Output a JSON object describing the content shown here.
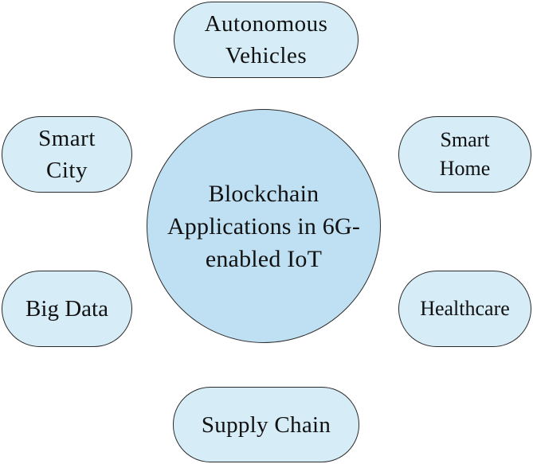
{
  "colors": {
    "center_fill": "#bfe0f2",
    "node_fill": "#d6ecf7",
    "border": "#2b2b2b",
    "text": "#111111"
  },
  "center": {
    "lines": [
      "Blockchain",
      "Applications in 6G-",
      "enabled IoT"
    ]
  },
  "nodes": {
    "autonomous_vehicles": {
      "lines": [
        "Autonomous",
        "Vehicles"
      ]
    },
    "smart_city": {
      "lines": [
        "Smart",
        "City"
      ]
    },
    "smart_home": {
      "lines": [
        "Smart",
        "Home"
      ]
    },
    "big_data": {
      "lines": [
        "Big Data"
      ]
    },
    "healthcare": {
      "lines": [
        "Healthcare"
      ]
    },
    "supply_chain": {
      "lines": [
        "Supply Chain"
      ]
    }
  }
}
